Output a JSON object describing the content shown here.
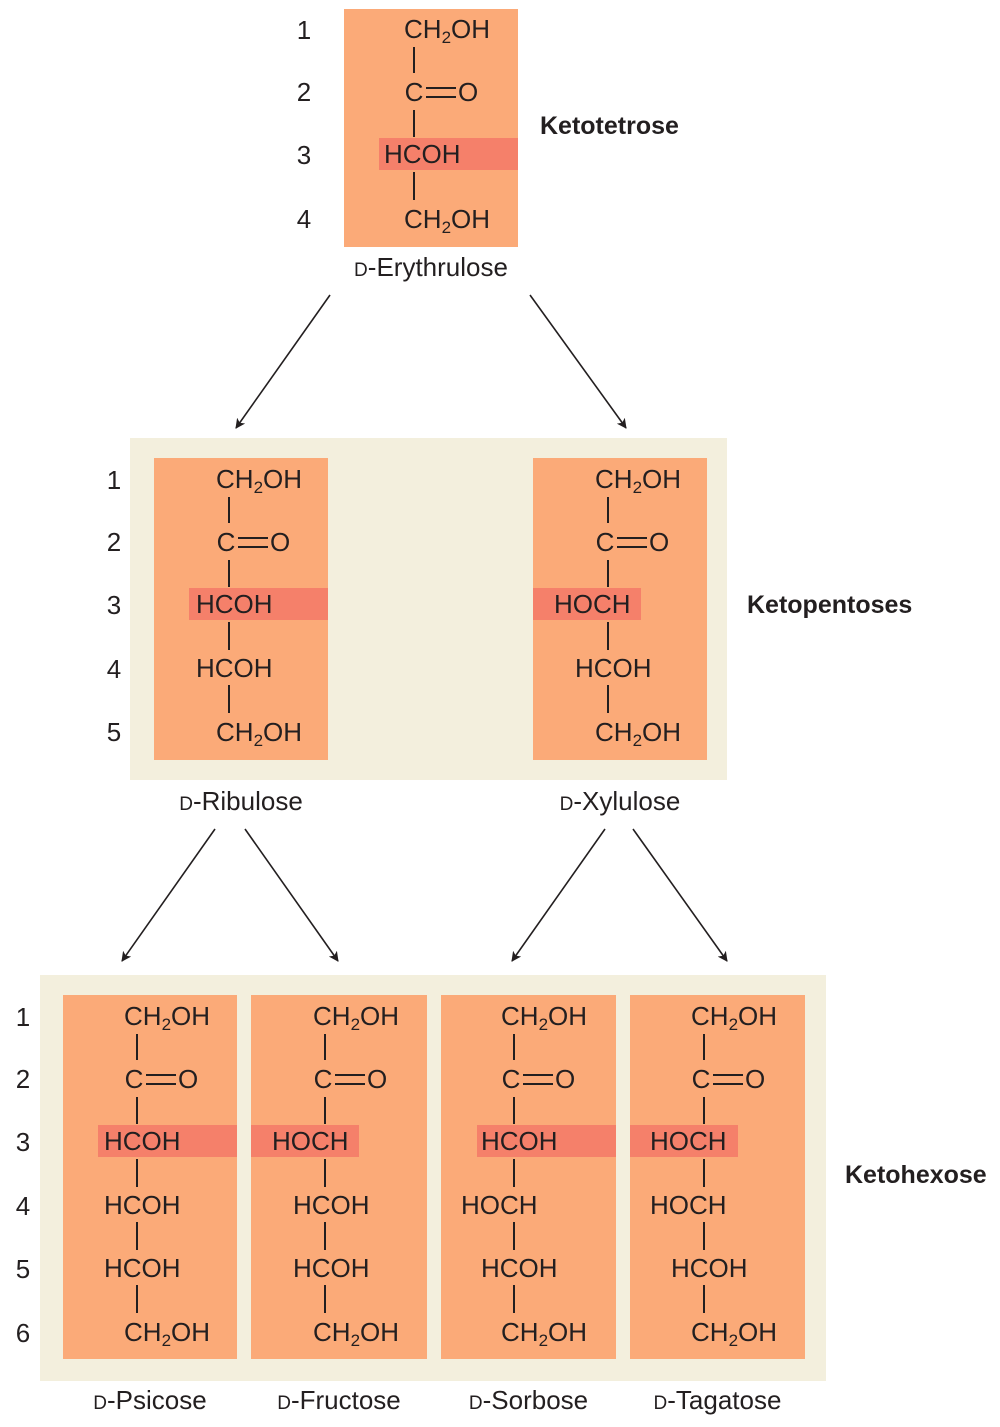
{
  "group_labels": {
    "tetrose": "Ketotetrose",
    "pentose": "Ketopentoses",
    "hexose": "Ketohexose"
  },
  "carbon_numbers": [
    "1",
    "2",
    "3",
    "4",
    "5",
    "6"
  ],
  "groups": {
    "ch2oh": {
      "main": "CH",
      "sub": "2",
      "tail": "OH"
    },
    "carbonyl": {
      "c": "C",
      "o": "O"
    },
    "hcoh": "HCOH",
    "hoch": "HOCH"
  },
  "sugars": {
    "erythrulose": {
      "prefix": "D",
      "name": "-Erythrulose"
    },
    "ribulose": {
      "prefix": "D",
      "name": "-Ribulose"
    },
    "xylulose": {
      "prefix": "D",
      "name": "-Xylulose"
    },
    "psicose": {
      "prefix": "D",
      "name": "-Psicose"
    },
    "fructose": {
      "prefix": "D",
      "name": "-Fructose"
    },
    "sorbose": {
      "prefix": "D",
      "name": "-Sorbose"
    },
    "tagatose": {
      "prefix": "D",
      "name": "-Tagatose"
    }
  },
  "colors": {
    "box": "#fbaa78",
    "highlight": "#f5806a",
    "tier_background": "#f3efdd",
    "text": "#231f20"
  }
}
